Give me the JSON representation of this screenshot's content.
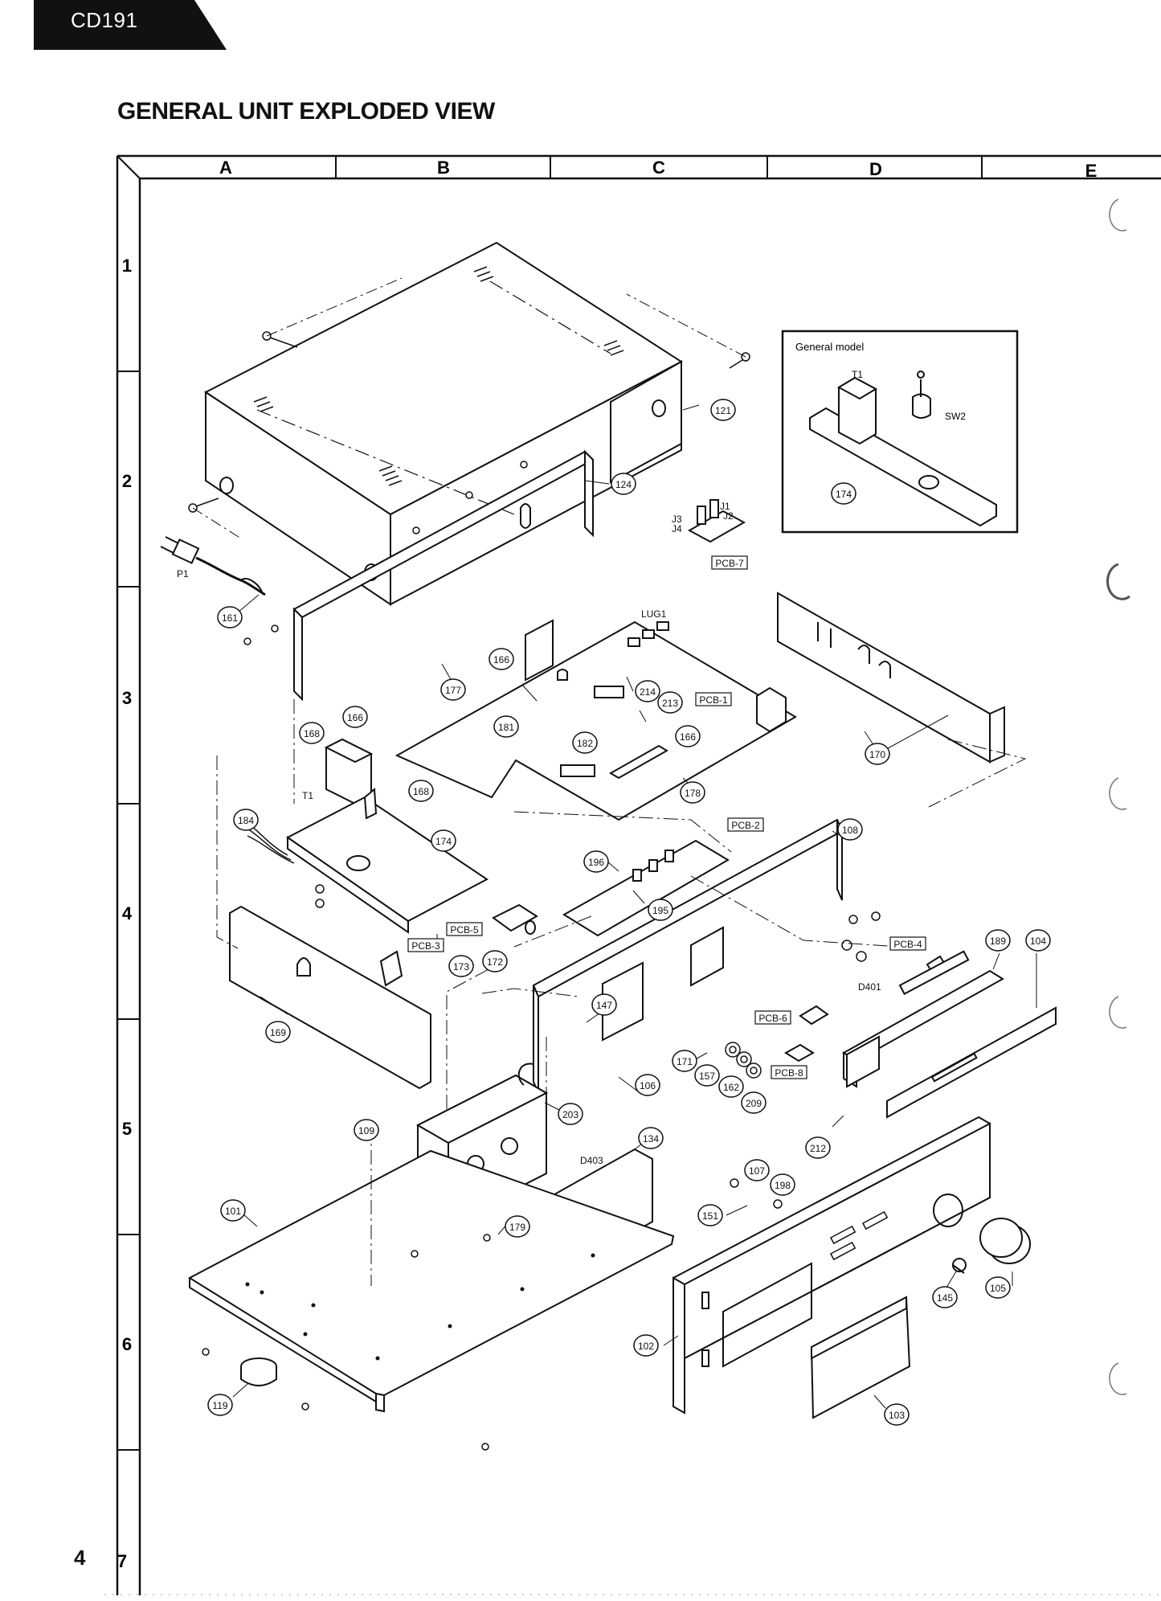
{
  "header": {
    "model": "CD191",
    "title": "GENERAL UNIT EXPLODED VIEW",
    "page_number": "4"
  },
  "grid": {
    "columns": [
      "A",
      "B",
      "C",
      "D",
      "E"
    ],
    "rows": [
      "1",
      "2",
      "3",
      "4",
      "5",
      "6",
      "7"
    ]
  },
  "inset": {
    "title": "General model",
    "labels": {
      "transformer": "T1",
      "switch": "SW2",
      "chassis": "174"
    }
  },
  "callouts": {
    "c121": "121",
    "c124": "124",
    "c161": "161",
    "c166a": "166",
    "c166b": "166",
    "c166c": "166",
    "c177": "177",
    "c181": "181",
    "c182": "182",
    "c214": "214",
    "c213": "213",
    "c170": "170",
    "c178": "178",
    "c168a": "168",
    "c168b": "168",
    "c184": "184",
    "c174": "174",
    "c108": "108",
    "c196": "196",
    "c195": "195",
    "c173": "173",
    "c172": "172",
    "c169": "169",
    "c147": "147",
    "c189": "189",
    "c104": "104",
    "c171": "171",
    "c157": "157",
    "c162": "162",
    "c209": "209",
    "c106": "106",
    "c203": "203",
    "c109": "109",
    "c134": "134",
    "c212": "212",
    "c107": "107",
    "c198": "198",
    "c151": "151",
    "c101": "101",
    "c179": "179",
    "c105": "105",
    "c145": "145",
    "c102": "102",
    "c119": "119",
    "c103": "103"
  },
  "tags": {
    "pcb1": "PCB-1",
    "pcb2": "PCB-2",
    "pcb3": "PCB-3",
    "pcb4": "PCB-4",
    "pcb5": "PCB-5",
    "pcb6": "PCB-6",
    "pcb7": "PCB-7",
    "pcb8": "PCB-8"
  },
  "labels": {
    "p1": "P1",
    "t1": "T1",
    "lug1": "LUG1",
    "d401": "D401",
    "d403": "D403",
    "j1": "J1",
    "j2": "J2",
    "j3": "J3",
    "j4": "J4"
  }
}
